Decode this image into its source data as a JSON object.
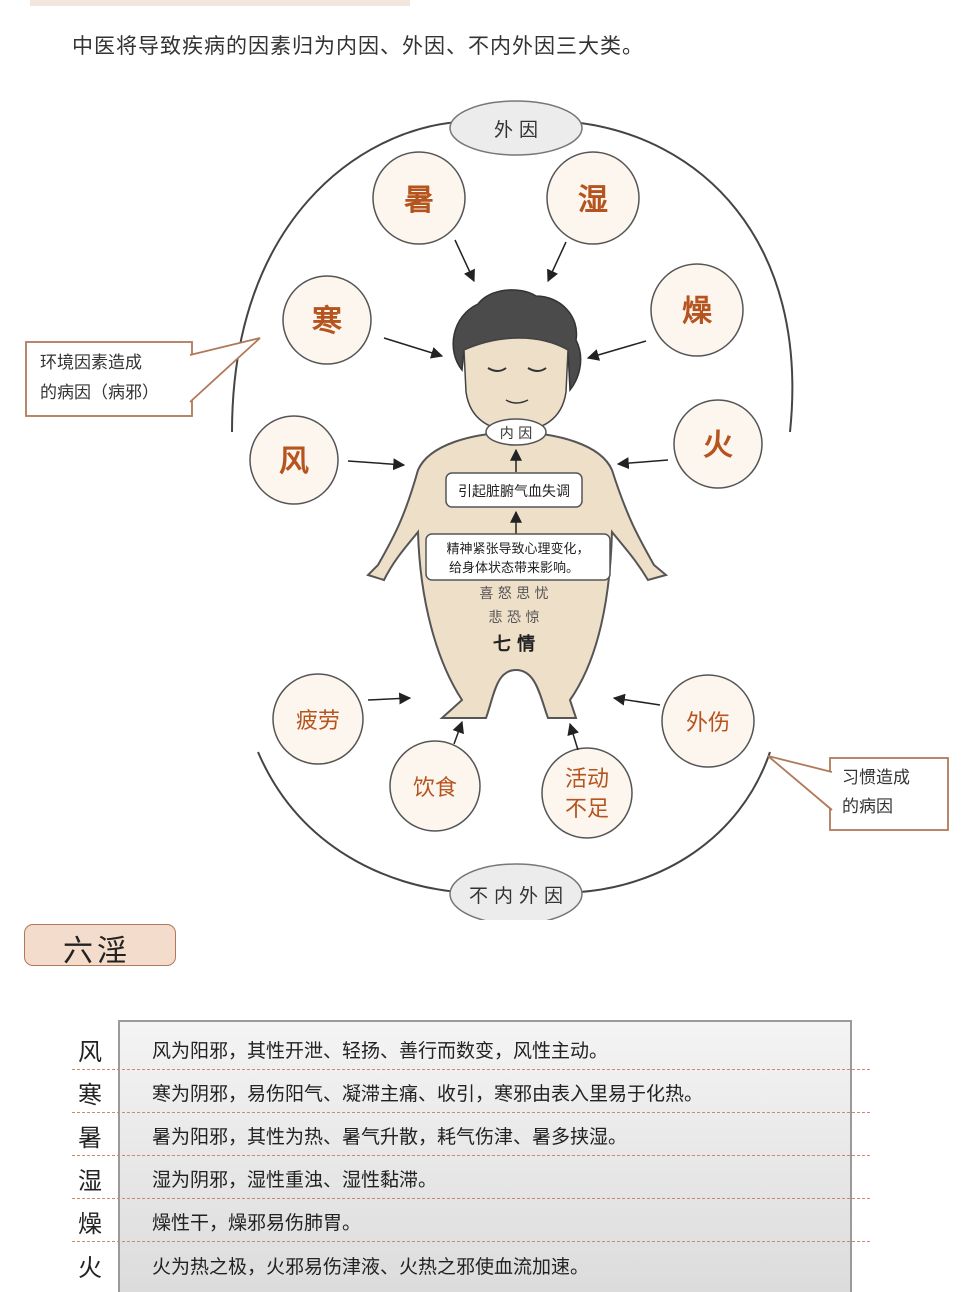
{
  "intro": "中医将导致疾病的因素归为内因、外因、不内外因三大类。",
  "diagram": {
    "outer_top_label": "外 因",
    "outer_bottom_label": "不 内 外 因",
    "inner_label": "内 因",
    "six_factors": [
      "暑",
      "湿",
      "寒",
      "燥",
      "风",
      "火"
    ],
    "habit_factors": [
      "疲劳",
      "外伤",
      "饮食",
      "活动不足"
    ],
    "box_qixue": "引起脏腑气血失调",
    "box_mind_line1": "精神紧张导致心理变化，",
    "box_mind_line2": "给身体状态带来影响。",
    "emotions_line1": "喜 怒 思 忧",
    "emotions_line2": "悲 恐 惊",
    "emotions_title": "七 情",
    "callout_left_line1": "环境因素造成",
    "callout_left_line2": "的病因（病邪）",
    "callout_right_line1": "习惯造成",
    "callout_right_line2": "的病因"
  },
  "section_title": "六淫",
  "table": {
    "rows": [
      {
        "key": "风",
        "text": "风为阳邪，其性开泄、轻扬、善行而数变，风性主动。"
      },
      {
        "key": "寒",
        "text": "寒为阴邪，易伤阳气、凝滞主痛、收引，寒邪由表入里易于化热。"
      },
      {
        "key": "暑",
        "text": "暑为阳邪，其性为热、暑气升散，耗气伤津、暑多挟湿。"
      },
      {
        "key": "湿",
        "text": "湿为阴邪，湿性重浊、湿性黏滞。"
      },
      {
        "key": "燥",
        "text": "燥性干，燥邪易伤肺胃。"
      },
      {
        "key": "火",
        "text": "火为热之极，火邪易伤津液、火热之邪使血流加速。"
      }
    ]
  },
  "colors": {
    "accent_text": "#b5541e",
    "circle_fill": "#fdf6ef",
    "body_fill": "#eedfc9",
    "tag_fill": "#f3dccb"
  }
}
